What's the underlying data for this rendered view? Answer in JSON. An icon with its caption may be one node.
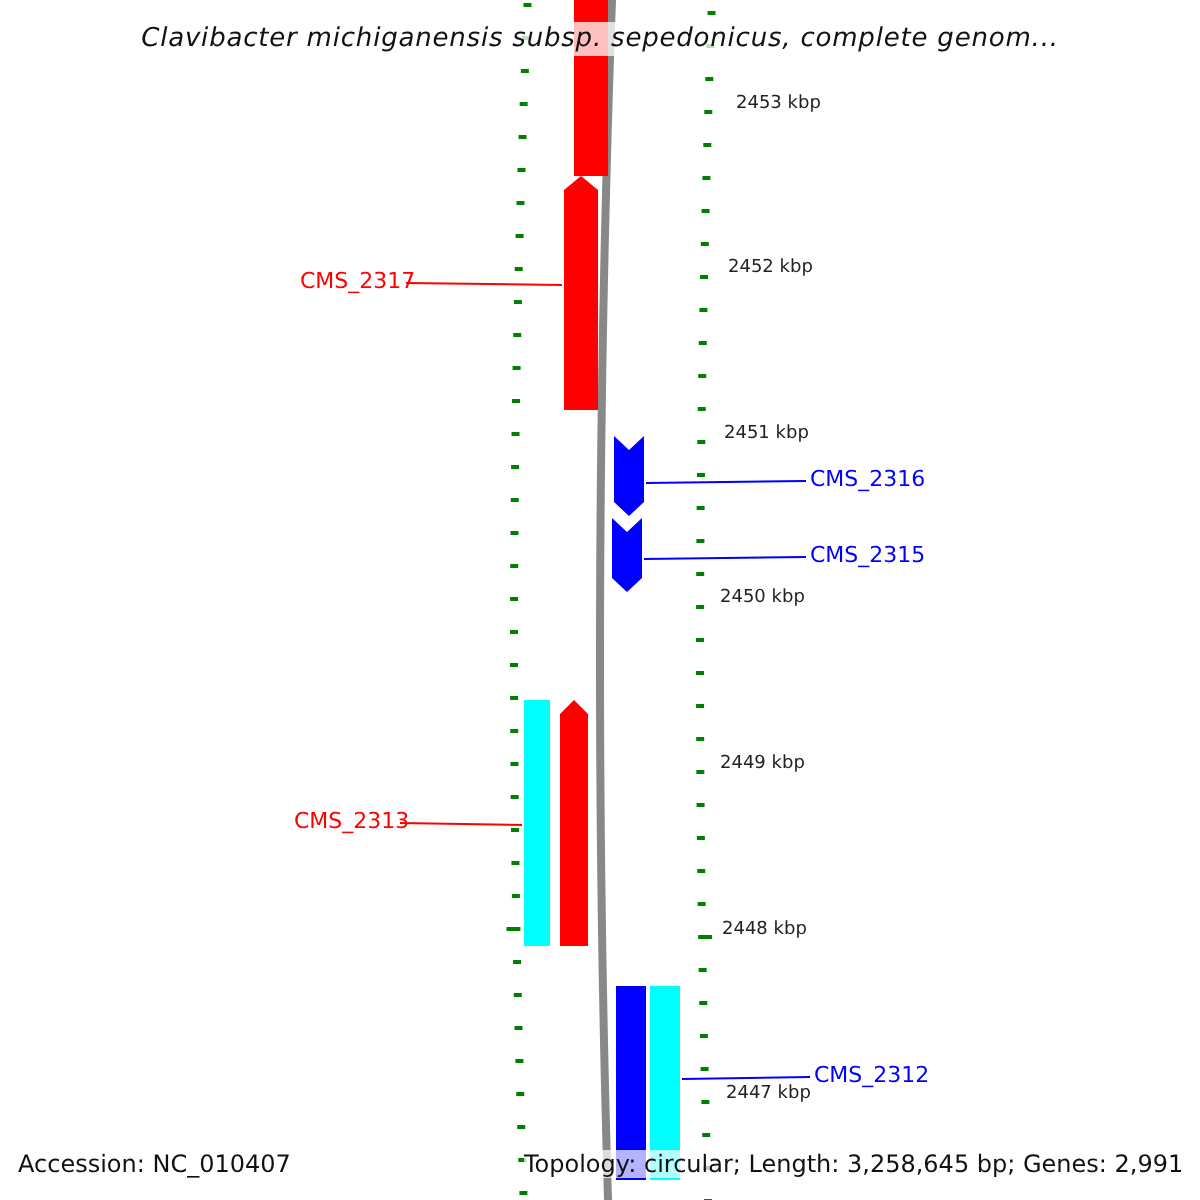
{
  "diagram": {
    "title": "Clavibacter michiganensis subsp. sepedonicus, complete genom...",
    "nodes": [
      {
        "text": [],
        "shape": "bar"
      },
      {
        "text": [],
        "shape": "bar"
      },
      {
        "text": [
          "CMS_2317"
        ]
      },
      {
        "text": [],
        "shape": "bar"
      },
      {
        "text": [
          "CMS_2316"
        ]
      },
      {
        "text": [],
        "shape": "bar"
      },
      {
        "text": [
          "CMS_2315"
        ]
      },
      {
        "text": [],
        "shape": "bar"
      },
      {
        "text": [],
        "shape": "bar"
      },
      {
        "text": [
          "CMS_2313"
        ]
      },
      {
        "text": [],
        "shape": "bar"
      },
      {
        "text": [],
        "shape": "bar"
      },
      {
        "text": [
          "CMS_2312"
        ]
      }
    ],
    "edges": [
      {
        "from": 2,
        "to": 1,
        "arrow": "none",
        "color": "#ff0000"
      },
      {
        "from": 4,
        "to": 3,
        "arrow": "none",
        "color": "#0000ff"
      },
      {
        "from": 6,
        "to": 5,
        "arrow": "none",
        "color": "#0000ff"
      },
      {
        "from": 9,
        "to": 7,
        "arrow": "none",
        "color": "#ff0000"
      },
      {
        "from": 12,
        "to": 11,
        "arrow": "none",
        "color": "#0000ff"
      }
    ],
    "labels": [
      "2453 kbp",
      "2452 kbp",
      "2451 kbp",
      "2450 kbp",
      "2449 kbp",
      "2448 kbp",
      "2447 kbp",
      "Accession: NC_010407",
      "Topology: circular; Length: 3,258,645 bp; Genes: 2,991"
    ]
  }
}
